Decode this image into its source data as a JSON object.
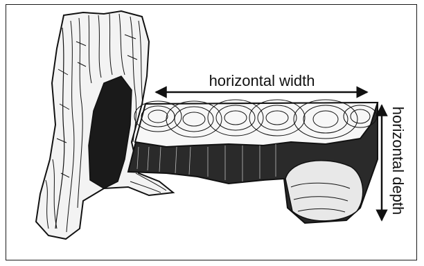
{
  "figure": {
    "labels": {
      "width": "horizontal width",
      "depth": "horizontal depth"
    },
    "colors": {
      "ink": "#111111",
      "wood_shade": "#2a2a2a",
      "background": "#ffffff"
    },
    "parts": [
      "tree-trunk-with-hollow",
      "cut-log-wedge",
      "width-arrow",
      "depth-arrow"
    ]
  }
}
